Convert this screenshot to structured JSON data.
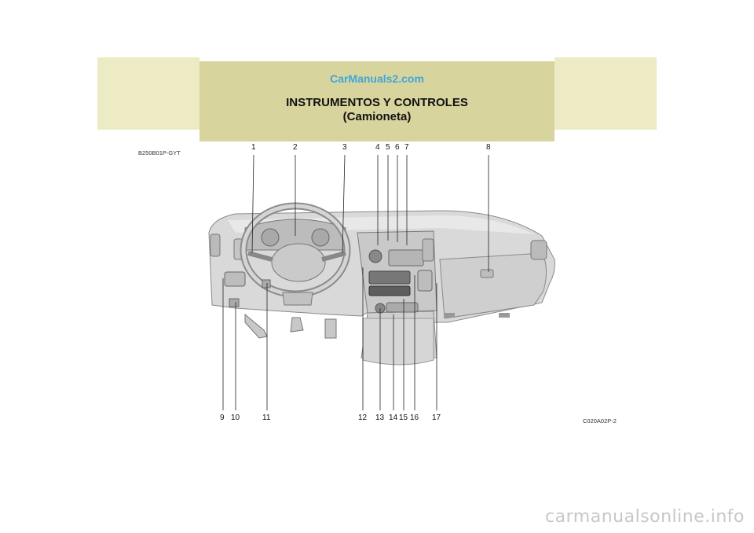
{
  "header": {
    "watermark": "CarManuals2.com",
    "title_line1": "INSTRUMENTOS Y CONTROLES",
    "title_line2": "(Camioneta)"
  },
  "codes": {
    "left": "B250B01P-GYT",
    "right": "C020A02P-2"
  },
  "callouts_top": [
    "1",
    "2",
    "3",
    "4",
    "5",
    "6",
    "7",
    "8"
  ],
  "callouts_bottom": [
    "9",
    "10",
    "11",
    "12",
    "13",
    "14",
    "15",
    "16",
    "17"
  ],
  "footer": {
    "watermark": "carmanualsonline.info"
  }
}
